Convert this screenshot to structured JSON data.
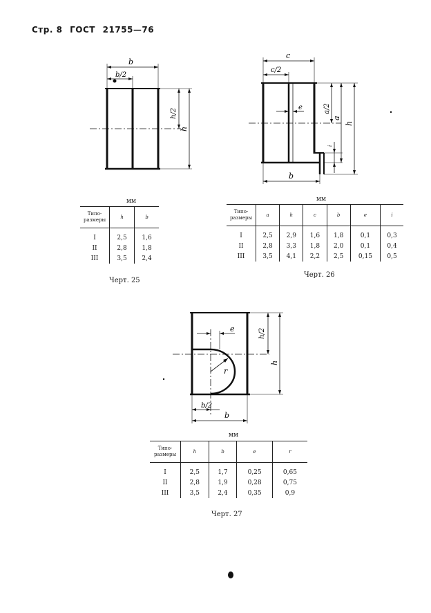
{
  "header": {
    "page": "Стр. 8",
    "std": "ГОСТ",
    "number": "21755—76"
  },
  "fig25": {
    "labels": {
      "b": "b",
      "b_half": "b/2",
      "h": "h",
      "h_half": "h/2"
    },
    "unit": "мм",
    "columns": [
      "Типо-размеры",
      "h",
      "b"
    ],
    "rows": [
      [
        "I",
        "2,5",
        "1,6"
      ],
      [
        "II",
        "2,8",
        "1,8"
      ],
      [
        "III",
        "3,5",
        "2,4"
      ]
    ],
    "caption": "Черт. 25"
  },
  "fig26": {
    "labels": {
      "c": "c",
      "c_half": "c/2",
      "e": "e",
      "a": "a",
      "a_half": "a/2",
      "h": "h",
      "b": "b",
      "i": "i"
    },
    "unit": "мм",
    "columns": [
      "Типо-размеры",
      "a",
      "h",
      "c",
      "b",
      "e",
      "i"
    ],
    "rows": [
      [
        "I",
        "2,5",
        "2,9",
        "1,6",
        "1,8",
        "0,1",
        "0,3"
      ],
      [
        "II",
        "2,8",
        "3,3",
        "1,8",
        "2,0",
        "0,1",
        "0,4"
      ],
      [
        "III",
        "3,5",
        "4,1",
        "2,2",
        "2,5",
        "0,15",
        "0,5"
      ]
    ],
    "caption": "Черт. 26"
  },
  "fig27": {
    "labels": {
      "e": "e",
      "h": "h",
      "h_half": "h/2",
      "r": "r",
      "b": "b",
      "b_half": "b/2"
    },
    "unit": "мм",
    "columns": [
      "Типо-размеры",
      "h",
      "b",
      "e",
      "r"
    ],
    "rows": [
      [
        "I",
        "2,5",
        "1,7",
        "0,25",
        "0,65"
      ],
      [
        "II",
        "2,8",
        "1,9",
        "0,28",
        "0,75"
      ],
      [
        "III",
        "3,5",
        "2,4",
        "0,35",
        "0,9"
      ]
    ],
    "caption": "Черт. 27"
  }
}
